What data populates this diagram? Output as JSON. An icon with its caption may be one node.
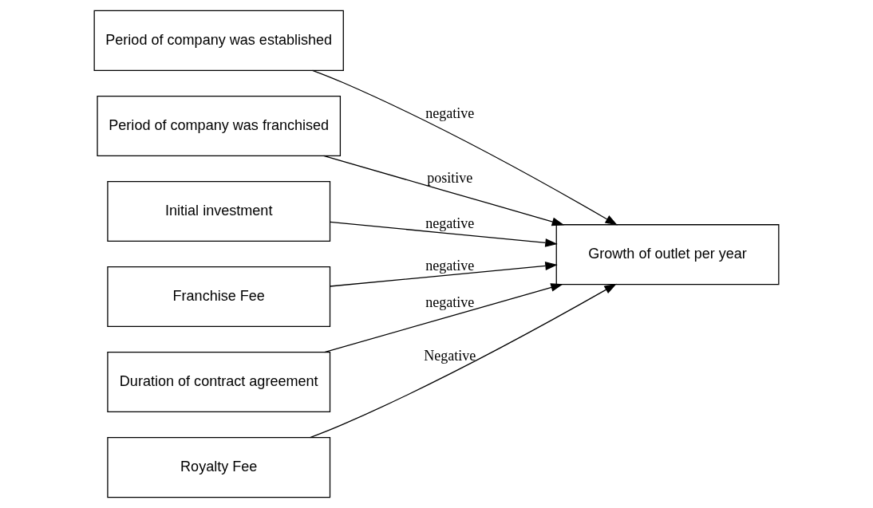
{
  "diagram": {
    "nodes": [
      {
        "text": [
          "Period of company was established"
        ]
      },
      {
        "text": [
          "Period of company was franchised"
        ]
      },
      {
        "text": [
          "Initial investment"
        ]
      },
      {
        "text": [
          "Franchise Fee"
        ]
      },
      {
        "text": [
          "Duration of contract agreement"
        ]
      },
      {
        "text": [
          "Royalty Fee"
        ]
      },
      {
        "text": [
          "Growth of outlet per year"
        ]
      }
    ],
    "edges": [
      {
        "from": 0,
        "to": 6,
        "arrow": "to",
        "label": "negative"
      },
      {
        "from": 1,
        "to": 6,
        "arrow": "to",
        "label": "positive"
      },
      {
        "from": 2,
        "to": 6,
        "arrow": "to",
        "label": "negative"
      },
      {
        "from": 3,
        "to": 6,
        "arrow": "to",
        "label": "negative"
      },
      {
        "from": 4,
        "to": 6,
        "arrow": "to",
        "label": "negative"
      },
      {
        "from": 5,
        "to": 6,
        "arrow": "to",
        "label": "Negative"
      }
    ]
  }
}
